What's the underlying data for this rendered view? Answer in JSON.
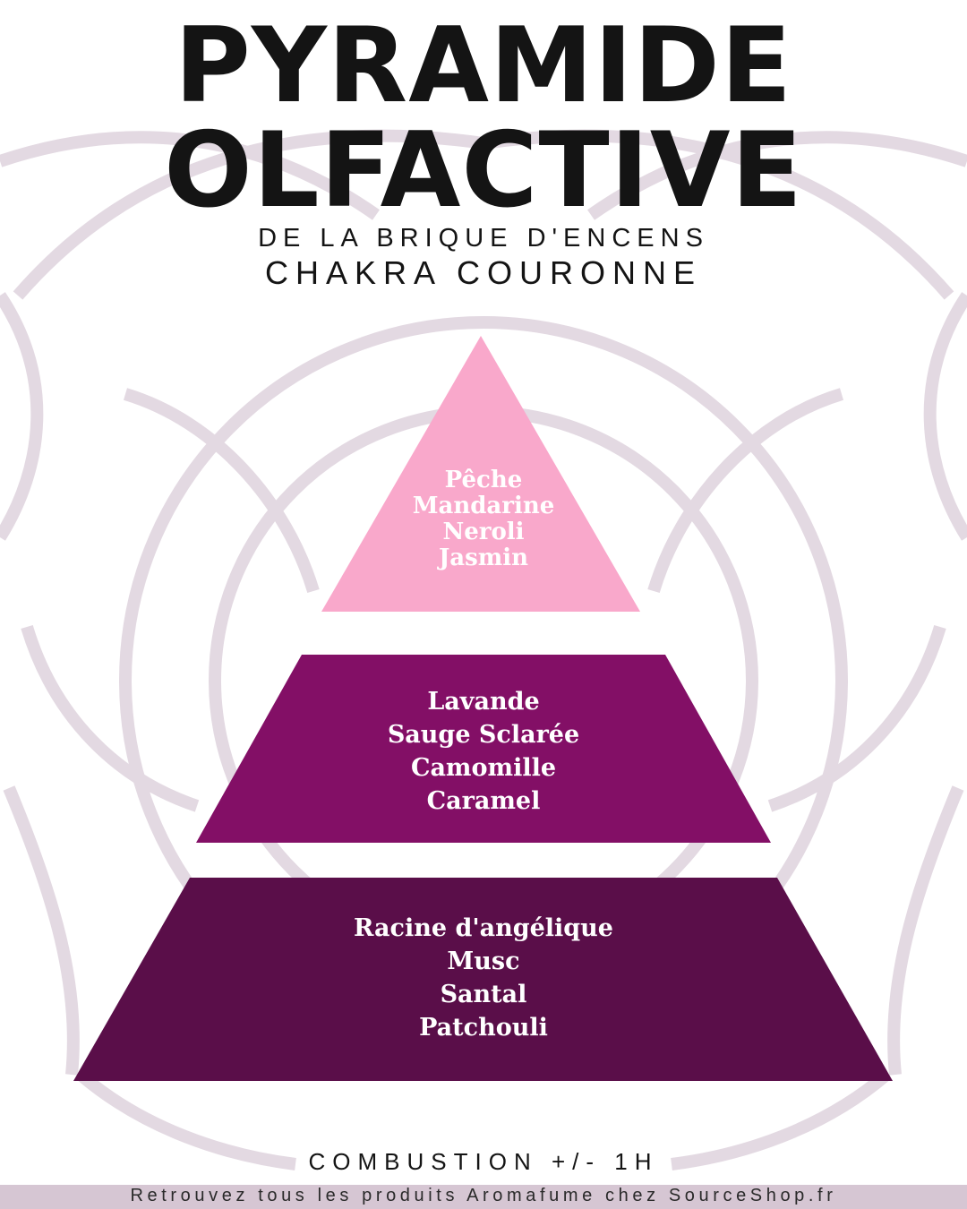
{
  "colors": {
    "background": "#ffffff",
    "ornament": "#e3d9e2",
    "top_tier": "#f9a8cb",
    "middle_tier": "#830f66",
    "base_tier": "#5a0e49",
    "title": "#141414",
    "footer_bar": "#d6c6d3"
  },
  "background": {
    "icon": "lotus-mandala-ornament"
  },
  "header": {
    "title_line1": "PYRAMIDE",
    "title_line2": "OLFACTIVE",
    "subtitle_line1": "DE LA BRIQUE D'ENCENS",
    "subtitle_line2": "CHAKRA COURONNE"
  },
  "pyramid": {
    "top_notes": [
      "Pêche",
      "Mandarine",
      "Neroli",
      "Jasmin"
    ],
    "heart_notes": [
      "Lavande",
      "Sauge Sclarée",
      "Camomille",
      "Caramel"
    ],
    "base_notes": [
      "Racine d'angélique",
      "Musc",
      "Santal",
      "Patchouli"
    ]
  },
  "combustion": "COMBUSTION +/- 1H",
  "footer": "Retrouvez tous les produits Aromafume chez SourceShop.fr"
}
